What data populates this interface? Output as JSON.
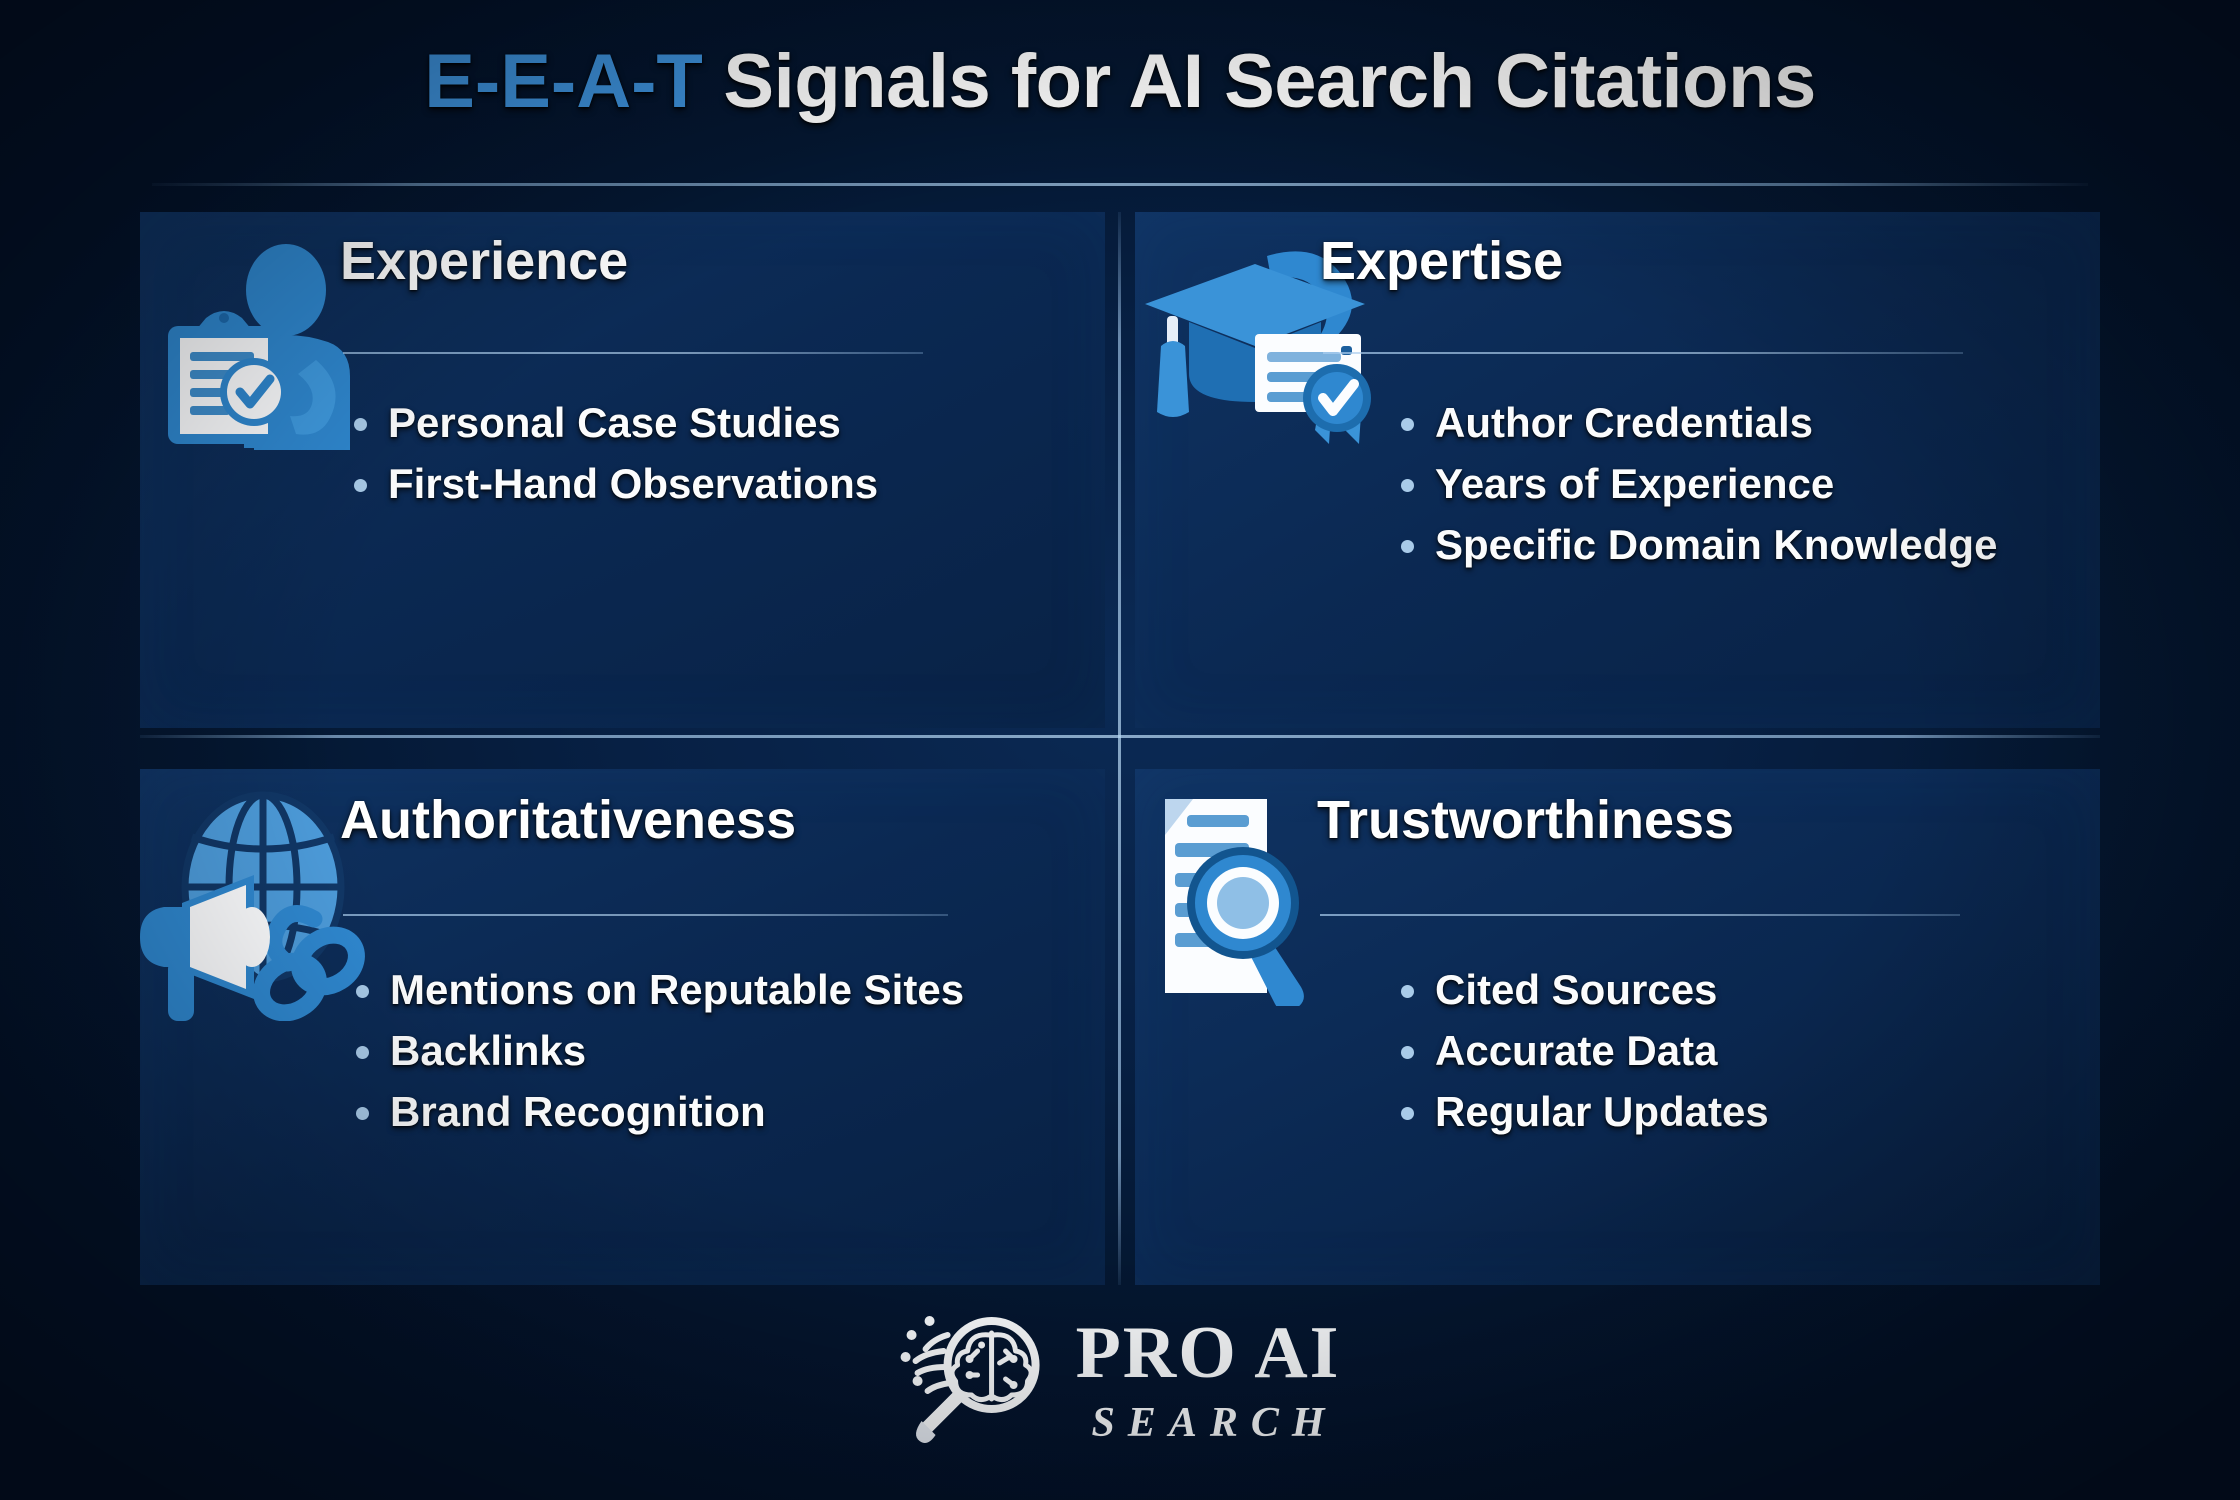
{
  "header": {
    "title_accent": "E-E-A-T",
    "title_rest": " Signals for AI Search Citations"
  },
  "colors": {
    "page_background": "#03142e",
    "card_background": "#0c2a56",
    "accent_blue": "#3d92dd",
    "icon_blue": "#2a80c8",
    "icon_blue_light": "#5aa3e0",
    "bullet_dot": "#a9cbe9",
    "text_white": "#ffffff",
    "divider": "#b9daf5"
  },
  "cards": [
    {
      "id": "experience",
      "title": "Experience",
      "icon": "person-with-clipboard-check-icon",
      "bullets": [
        "Personal Case Studies",
        "First-Hand Observations"
      ]
    },
    {
      "id": "expertise",
      "title": "Expertise",
      "icon": "graduation-cap-certificate-icon",
      "bullets": [
        "Author Credentials",
        "Years of Experience",
        "Specific Domain Knowledge"
      ]
    },
    {
      "id": "authoritativeness",
      "title": "Authoritativeness",
      "icon": "globe-megaphone-link-icon",
      "bullets": [
        "Mentions on Reputable Sites",
        "Backlinks",
        "Brand Recognition"
      ]
    },
    {
      "id": "trustworthiness",
      "title": "Trustworthiness",
      "icon": "document-magnifier-icon",
      "bullets": [
        "Cited Sources",
        "Accurate Data",
        "Regular Updates"
      ]
    }
  ],
  "footer": {
    "logo_icon": "magnifier-brain-circuit-icon",
    "brand_primary": "PRO AI",
    "brand_secondary": "SEARCH"
  }
}
